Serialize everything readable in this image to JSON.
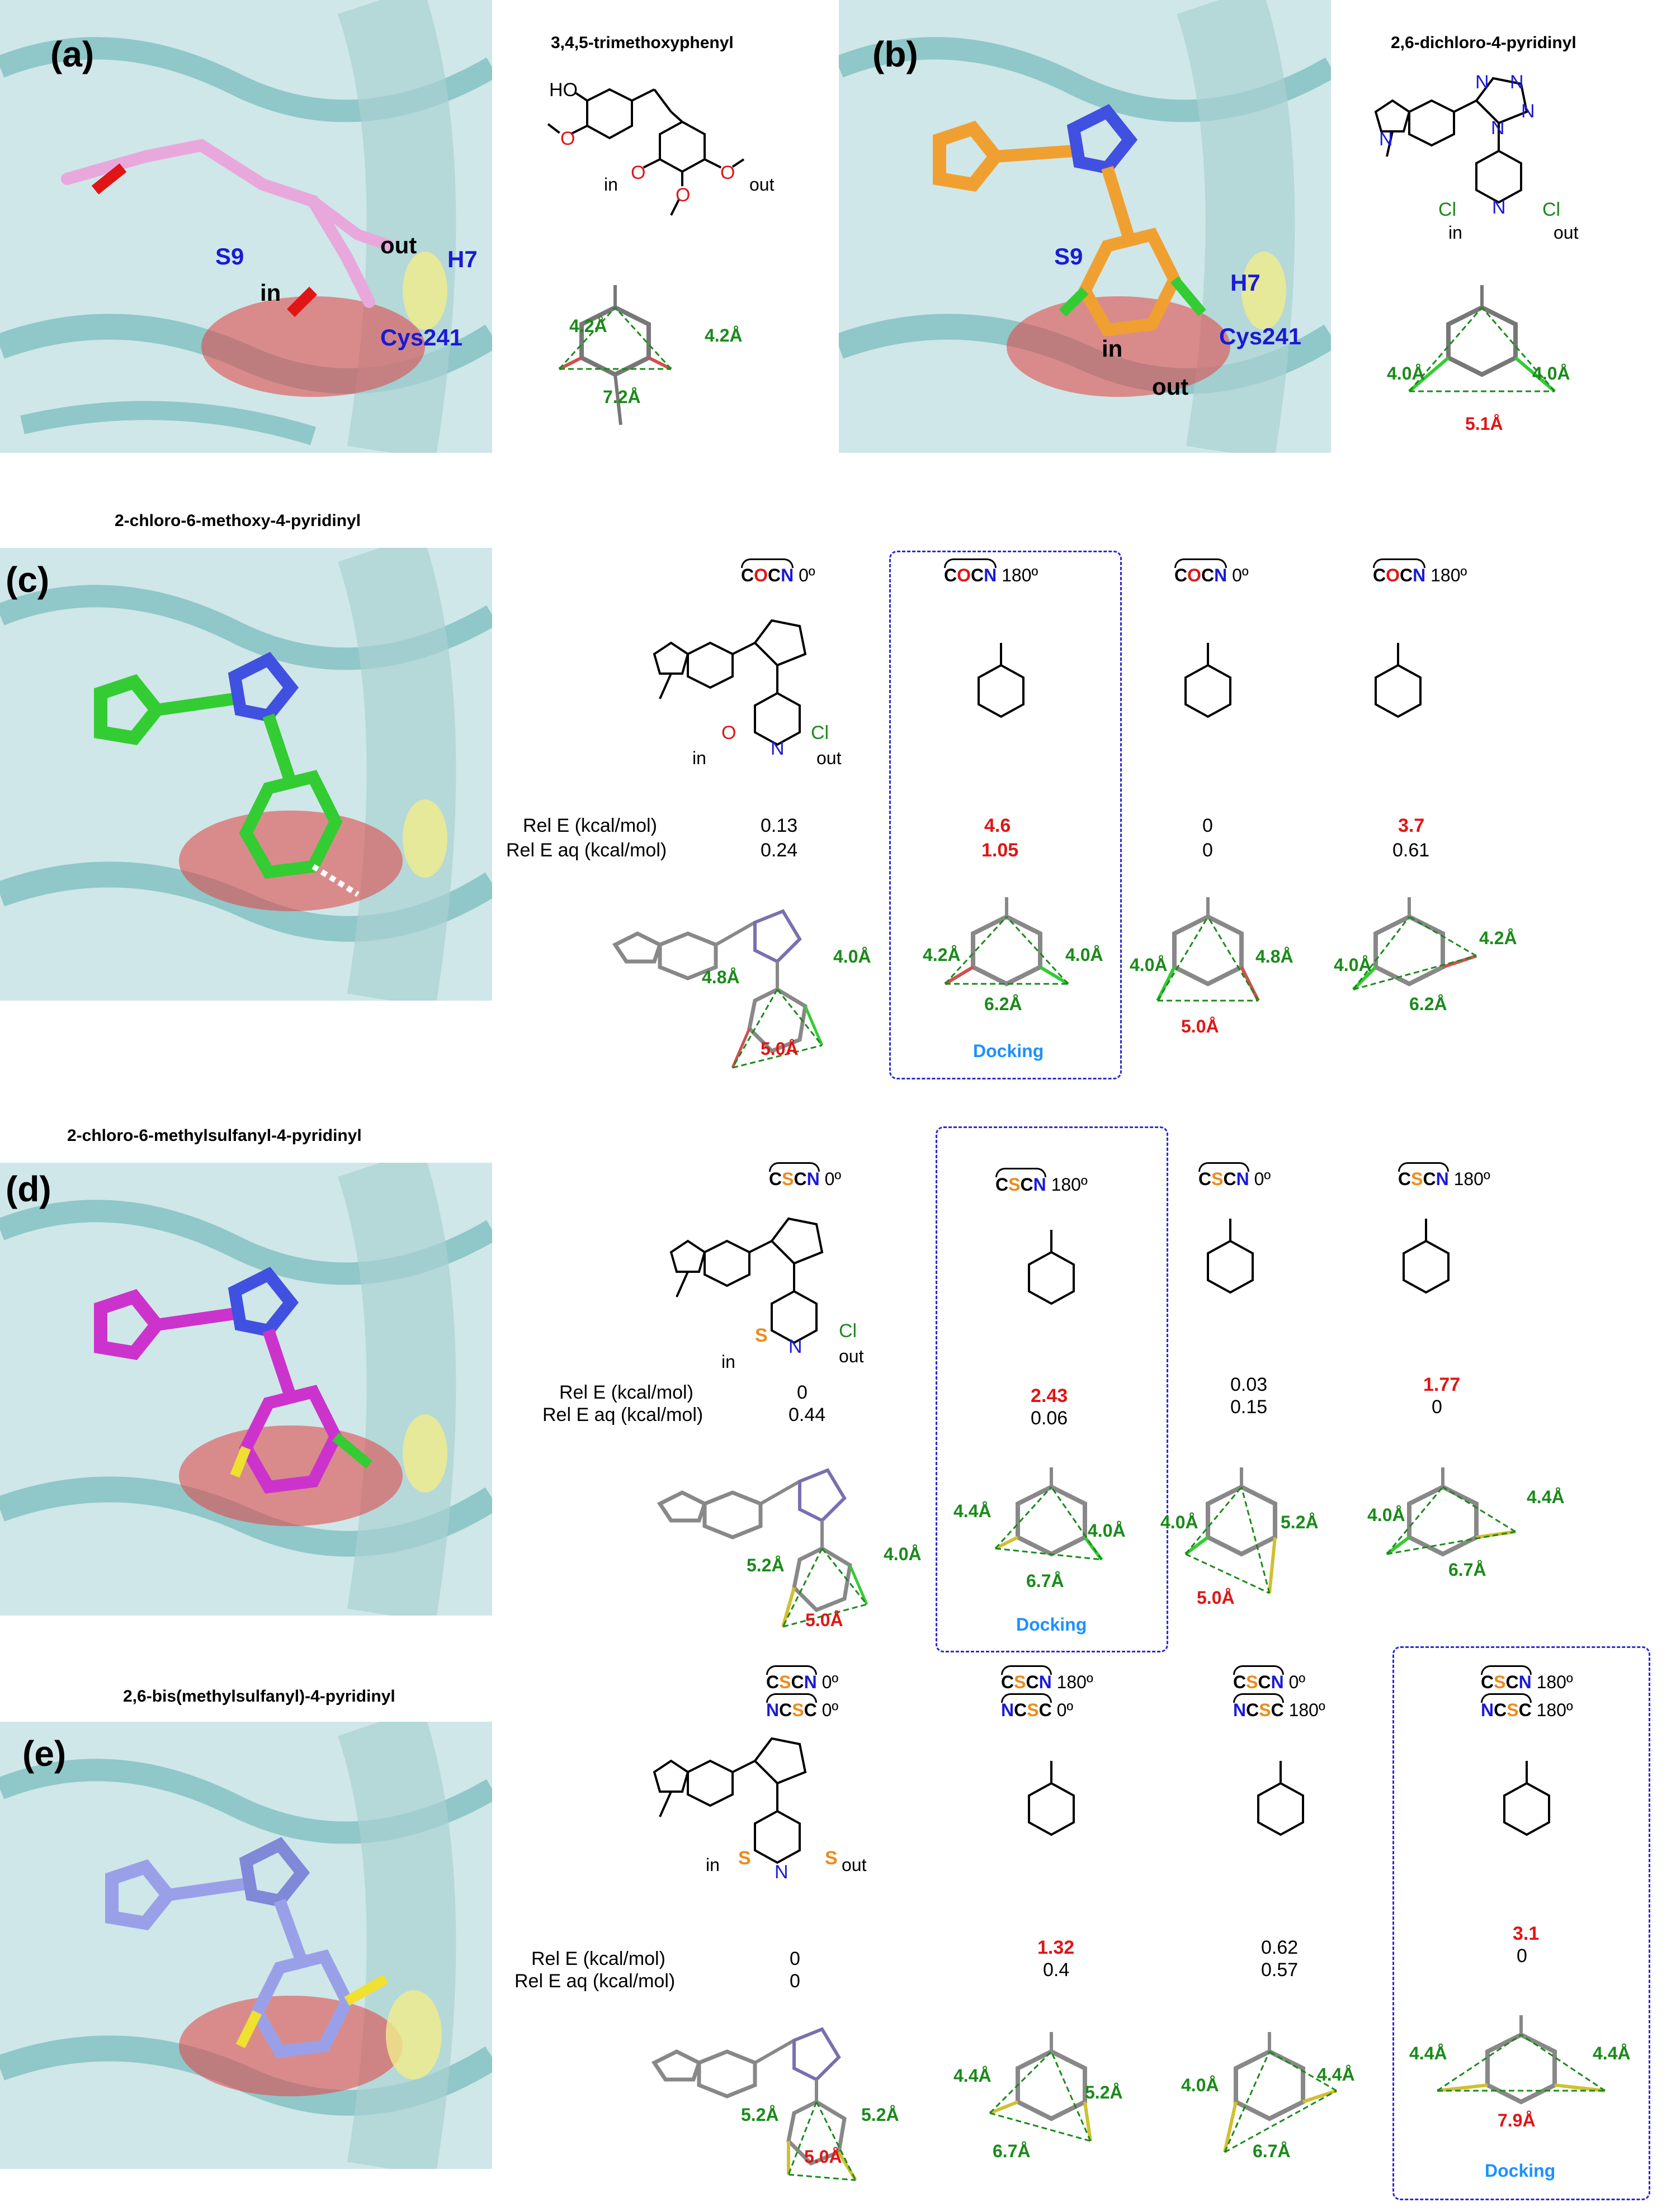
{
  "panels": {
    "a": {
      "label": "(a)",
      "title": "3,4,5-trimethoxyphenyl",
      "residues": {
        "s9": "S9",
        "h7": "H7",
        "cys": "Cys241"
      },
      "inout": {
        "in": "in",
        "out": "out"
      },
      "struct": {
        "ho": "HO",
        "in": "in",
        "out": "out"
      },
      "distances": {
        "left": "4.2Å",
        "right": "4.2Å",
        "bottom": "7.2Å"
      }
    },
    "b": {
      "label": "(b)",
      "title": "2,6-dichloro-4-pyridinyl",
      "residues": {
        "s9": "S9",
        "h7": "H7",
        "cys": "Cys241"
      },
      "inout": {
        "in": "in",
        "out": "out"
      },
      "struct": {
        "n1": "N",
        "n2": "N",
        "n3": "N",
        "n4": "N",
        "n5": "N",
        "npy": "N",
        "cl1": "Cl",
        "cl2": "Cl",
        "in": "in",
        "out": "out"
      },
      "distances": {
        "left": "4.0Å",
        "right": "4.0Å",
        "bottom": "5.1Å"
      }
    },
    "c": {
      "label": "(c)",
      "title": "2-chloro-6-methoxy-4-pyridinyl",
      "rel_e_label": "Rel E (kcal/mol)",
      "rel_e_aq_label": "Rel E aq (kcal/mol)",
      "conformers": [
        {
          "a1": "C",
          "a2": "O",
          "a3": "C",
          "a4": "N",
          "angle": "0º",
          "rel_e": "0.13",
          "rel_e_aq": "0.24",
          "d1": "4.8Å",
          "d2": "4.0Å",
          "d3": "5.0Å"
        },
        {
          "a1": "C",
          "a2": "O",
          "a3": "C",
          "a4": "N",
          "angle": "180º",
          "rel_e": "4.6",
          "rel_e_aq": "1.05",
          "d1": "4.2Å",
          "d2": "4.0Å",
          "d3": "6.2Å",
          "docking": "Docking"
        },
        {
          "a1": "C",
          "a2": "O",
          "a3": "C",
          "a4": "N",
          "angle": "0º",
          "rel_e": "0",
          "rel_e_aq": "0",
          "d1": "4.0Å",
          "d2": "4.8Å",
          "d3": "5.0Å"
        },
        {
          "a1": "C",
          "a2": "O",
          "a3": "C",
          "a4": "N",
          "angle": "180º",
          "rel_e": "3.7",
          "rel_e_aq": "0.61",
          "d1": "4.0Å",
          "d2": "4.2Å",
          "d3": "6.2Å"
        }
      ],
      "labels": {
        "in": "in",
        "out": "out",
        "cl": "Cl",
        "o": "O",
        "c": "C",
        "n": "N"
      }
    },
    "d": {
      "label": "(d)",
      "title": "2-chloro-6-methylsulfanyl-4-pyridinyl",
      "rel_e_label": "Rel E (kcal/mol)",
      "rel_e_aq_label": "Rel E aq (kcal/mol)",
      "conformers": [
        {
          "a1": "C",
          "a2": "S",
          "a3": "C",
          "a4": "N",
          "angle": "0º",
          "rel_e": "0",
          "rel_e_aq": "0.44",
          "d1": "5.2Å",
          "d2": "4.0Å",
          "d3": "5.0Å"
        },
        {
          "a1": "C",
          "a2": "S",
          "a3": "C",
          "a4": "N",
          "angle": "180º",
          "rel_e": "2.43",
          "rel_e_aq": "0.06",
          "d1": "4.4Å",
          "d2": "4.0Å",
          "d3": "6.7Å",
          "docking": "Docking"
        },
        {
          "a1": "C",
          "a2": "S",
          "a3": "C",
          "a4": "N",
          "angle": "0º",
          "rel_e": "0.03",
          "rel_e_aq": "0.15",
          "d1": "4.0Å",
          "d2": "5.2Å",
          "d3": "5.0Å"
        },
        {
          "a1": "C",
          "a2": "S",
          "a3": "C",
          "a4": "N",
          "angle": "180º",
          "rel_e": "1.77",
          "rel_e_aq": "0",
          "d1": "4.0Å",
          "d2": "4.4Å",
          "d3": "6.7Å"
        }
      ],
      "labels": {
        "in": "in",
        "out": "out",
        "cl": "Cl",
        "s": "S",
        "c": "C",
        "n": "N"
      }
    },
    "e": {
      "label": "(e)",
      "title": "2,6-bis(methylsulfanyl)-4-pyridinyl",
      "rel_e_label": "Rel E (kcal/mol)",
      "rel_e_aq_label": "Rel E aq (kcal/mol)",
      "conformers": [
        {
          "angle1": "0º",
          "angle2": "0º",
          "rel_e": "0",
          "rel_e_aq": "0",
          "d1": "5.2Å",
          "d2": "5.2Å",
          "d3": "5.0Å"
        },
        {
          "angle1": "180º",
          "angle2": "0º",
          "rel_e": "1.32",
          "rel_e_aq": "0.4",
          "d1": "4.4Å",
          "d2": "5.2Å",
          "d3": "6.7Å"
        },
        {
          "angle1": "0º",
          "angle2": "180º",
          "rel_e": "0.62",
          "rel_e_aq": "0.57",
          "d1": "4.0Å",
          "d2": "4.4Å",
          "d3": "6.7Å"
        },
        {
          "angle1": "180º",
          "angle2": "180º",
          "rel_e": "3.1",
          "rel_e_aq": "0",
          "d1": "4.4Å",
          "d2": "4.4Å",
          "d3": "7.9Å",
          "docking": "Docking"
        }
      ],
      "angle_atoms": {
        "c": "C",
        "s": "S",
        "n": "N"
      },
      "labels": {
        "in": "in",
        "out": "out",
        "s": "S",
        "c": "C",
        "n": "N"
      }
    }
  },
  "colors": {
    "carbon_pink": "#e8a8dc",
    "carbon_orange": "#f0a030",
    "carbon_green": "#33cc33",
    "carbon_magenta": "#cc33cc",
    "carbon_lilac": "#9aa0e8",
    "protein": "#8fcfd0",
    "nitrogen": "#1a1ad6",
    "sulfur": "#f0a030",
    "chlorine": "#1a8a1a",
    "oxygen": "#e01515"
  }
}
